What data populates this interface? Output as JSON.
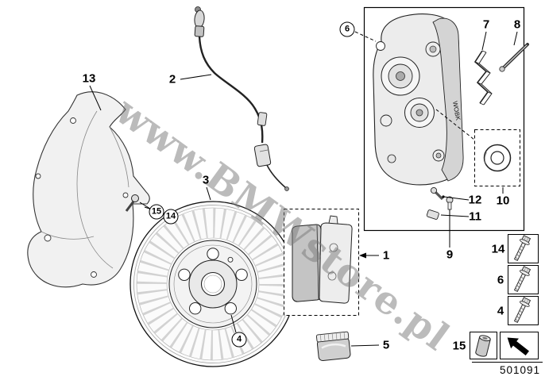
{
  "diagram": {
    "watermark": "www.BMWstore.pl",
    "doc_number": "501091",
    "caliper_marking": "WOBK"
  },
  "callouts": {
    "pads": "1",
    "sensor": "2",
    "disc": "3",
    "hub_screw": "4",
    "grease": "5",
    "caliper_mount_bolt": "6",
    "retaining_spring": "7",
    "retaining_pin": "8",
    "caliper": "9",
    "seal": "10",
    "bleeder_cap": "11",
    "bleeder_screw": "12",
    "dust_shield": "13",
    "shield_bolt": "14",
    "shield_bushing": "15"
  },
  "legend": {
    "bolt_a": "14",
    "bolt_b": "6",
    "bolt_c": "4",
    "bushing": "15"
  },
  "icons": {
    "bolt": "hex-bolt-icon",
    "bushing": "bushing-icon",
    "direction": "direction-arrow-icon"
  }
}
